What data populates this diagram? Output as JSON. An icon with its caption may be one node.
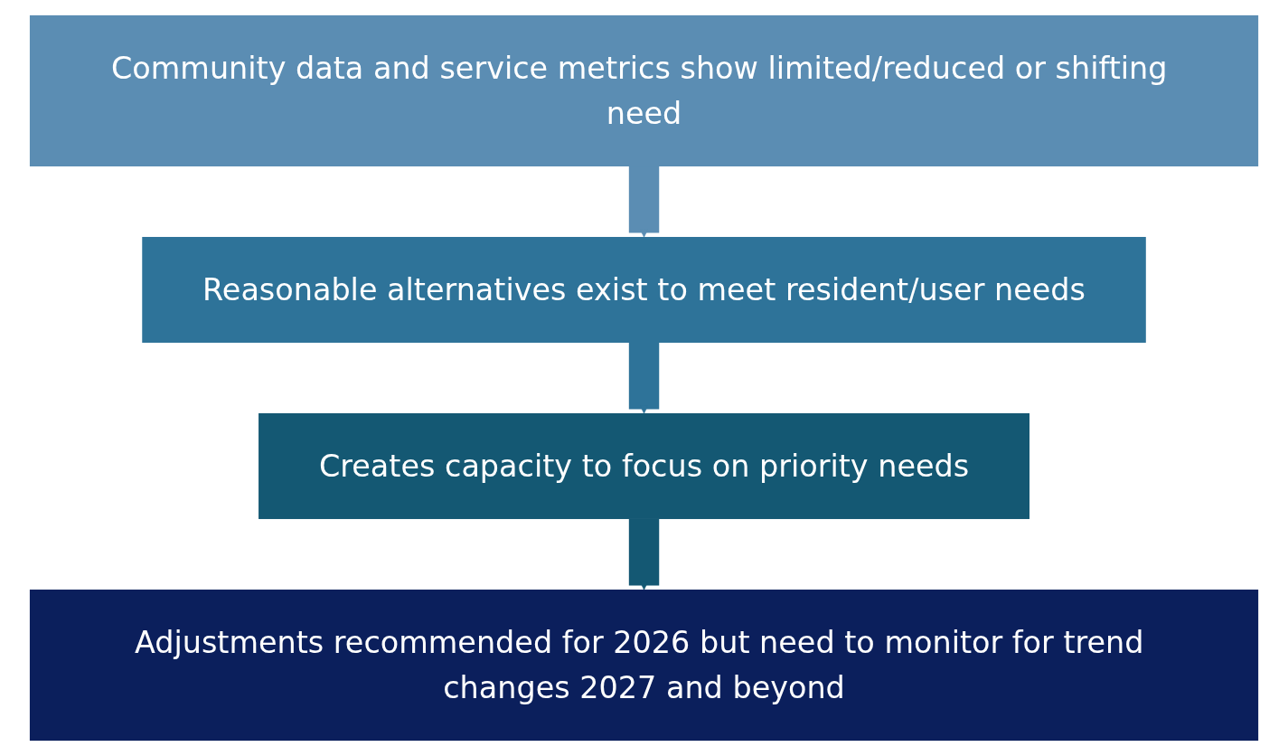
{
  "diagram": {
    "nodes": [
      {
        "text": [
          "Community data and service metrics show limited/reduced or shifting need"
        ]
      },
      {
        "text": [
          "Reasonable alternatives exist to meet resident/user needs"
        ]
      },
      {
        "text": [
          "Creates capacity to focus on priority needs"
        ]
      },
      {
        "text": [
          "Adjustments recommended for 2026 but need to monitor for trend changes 2027 and beyond"
        ]
      }
    ],
    "edges": [
      {
        "from": 0,
        "to": 1,
        "arrow": "to",
        "color": "#5b8db3"
      },
      {
        "from": 1,
        "to": 2,
        "arrow": "to",
        "color": "#2e7399"
      },
      {
        "from": 2,
        "to": 3,
        "arrow": "to",
        "color": "#145873"
      }
    ]
  }
}
